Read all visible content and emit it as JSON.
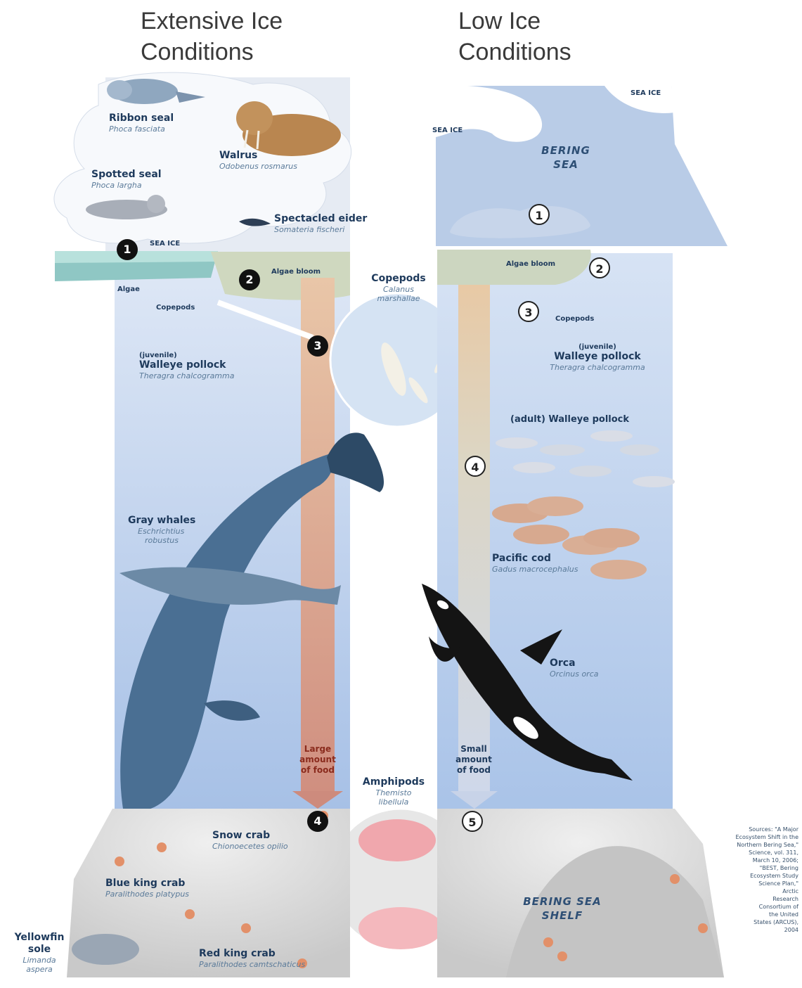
{
  "headings": {
    "left": [
      "Extensive Ice",
      "Conditions"
    ],
    "right": [
      "Low Ice",
      "Conditions"
    ]
  },
  "left": {
    "ribbon_seal": {
      "name": "Ribbon seal",
      "sci": "Phoca fasciata"
    },
    "walrus": {
      "name": "Walrus",
      "sci": "Odobenus rosmarus"
    },
    "spotted_seal": {
      "name": "Spotted seal",
      "sci": "Phoca largha"
    },
    "spectacled_eider": {
      "name": "Spectacled eider",
      "sci": "Somateria fischeri"
    },
    "sea_ice": "SEA ICE",
    "algae": "Algae",
    "algae_bloom": "Algae bloom",
    "copepods": "Copepods",
    "juvenile_pollock": {
      "qualifier": "(juvenile)",
      "name": "Walleye pollock",
      "sci": "Theragra chalcogramma"
    },
    "gray_whales": {
      "name": "Gray whales",
      "sci": [
        "Eschrichtius",
        "robustus"
      ]
    },
    "food": [
      "Large",
      "amount",
      "of food"
    ],
    "snow_crab": {
      "name": "Snow crab",
      "sci": "Chionoecetes opilio"
    },
    "blue_king_crab": {
      "name": "Blue king crab",
      "sci": "Paralithodes platypus"
    },
    "yellowfin_sole": {
      "name": [
        "Yellowfin",
        "sole"
      ],
      "sci": [
        "Limanda",
        "aspera"
      ]
    },
    "red_king_crab": {
      "name": "Red king crab",
      "sci": "Paralithodes camtschaticus"
    },
    "markers": [
      "1",
      "2",
      "3",
      "4"
    ]
  },
  "center": {
    "copepods": {
      "name": "Copepods",
      "sci": [
        "Calanus",
        "marshallae"
      ]
    },
    "amphipods": {
      "name": "Amphipods",
      "sci": [
        "Themisto",
        "libellula"
      ]
    }
  },
  "right": {
    "sea_ice_top": "SEA ICE",
    "sea_ice_left": "SEA ICE",
    "bering_sea": [
      "BERING",
      "SEA"
    ],
    "algae_bloom": "Algae bloom",
    "copepods": "Copepods",
    "juvenile_pollock": {
      "qualifier": "(juvenile)",
      "name": "Walleye pollock",
      "sci": "Theragra chalcogramma"
    },
    "adult_pollock": "(adult) Walleye pollock",
    "pacific_cod": {
      "name": "Pacific cod",
      "sci": "Gadus macrocephalus"
    },
    "orca": {
      "name": "Orca",
      "sci": "Orcinus orca"
    },
    "food": [
      "Small",
      "amount",
      "of food"
    ],
    "shelf": [
      "BERING SEA",
      "SHELF"
    ],
    "markers": [
      "1",
      "2",
      "3",
      "4",
      "5"
    ]
  },
  "source": [
    "Sources: \"A Major",
    "Ecosystem Shift in the",
    "Northern Bering Sea,\"",
    "Science, vol. 311,",
    "March 10, 2006;",
    "\"BEST, Bering",
    "Ecosystem Study",
    "Science Plan,\"",
    "Arctic",
    "Research",
    "Consortium of",
    "the United",
    "States (ARCUS),",
    "2004"
  ],
  "colors": {
    "water_top": "#cfdcf0",
    "water_bottom": "#a9c3e8",
    "large_food_arrow": "#d9a08a",
    "small_food_arrow": "#d7dce8",
    "seafloor": "#d6d6d6",
    "label": "#1e3a5c"
  }
}
